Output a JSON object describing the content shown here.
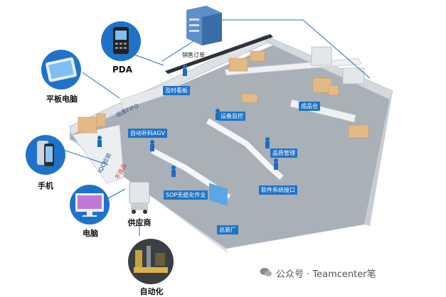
{
  "devices": {
    "pda": "PDA",
    "tablet": "平板电脑",
    "phone": "手机",
    "pc": "电脑",
    "supplier": "供应商",
    "automation": "自动化"
  },
  "tags": {
    "sales_order": "销售订单",
    "kanban": "及时看板",
    "equipment_monitor": "设备监控",
    "finished_goods": "成品仓",
    "agv": "自动补料AGV",
    "quality": "品质管理",
    "sop": "SOP无纸化作业",
    "software": "软件系统接口",
    "assembly": "总装厂"
  },
  "wall_text": {
    "fifo": "出库FIFO",
    "iqc": "IQC检验",
    "defective": "不良品"
  },
  "watermark": {
    "text": "公众号 · Teamcenter笔"
  },
  "colors": {
    "accent": "#1e73c8",
    "floor": "#a7aeb6",
    "wall": "#e9ecef",
    "line": "#2a6fc0",
    "box": "#e0b98a"
  }
}
